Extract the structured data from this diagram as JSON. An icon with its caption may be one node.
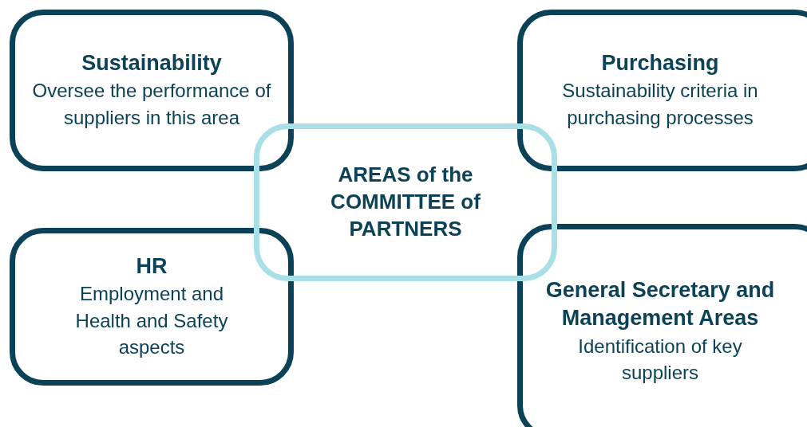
{
  "diagram": {
    "nodes": [
      {
        "text": [
          "Sustainability",
          "Oversee the performance of suppliers in this area"
        ]
      },
      {
        "text": [
          "Purchasing",
          "Sustainability criteria in purchasing processes"
        ]
      },
      {
        "text": [
          "AREAS of the COMMITTEE of PARTNERS"
        ]
      },
      {
        "text": [
          "HR",
          "Employment and Health and Safety aspects"
        ]
      },
      {
        "text": [
          "General Secretary and Management Areas",
          "Identification of key suppliers"
        ]
      }
    ],
    "edges": []
  }
}
